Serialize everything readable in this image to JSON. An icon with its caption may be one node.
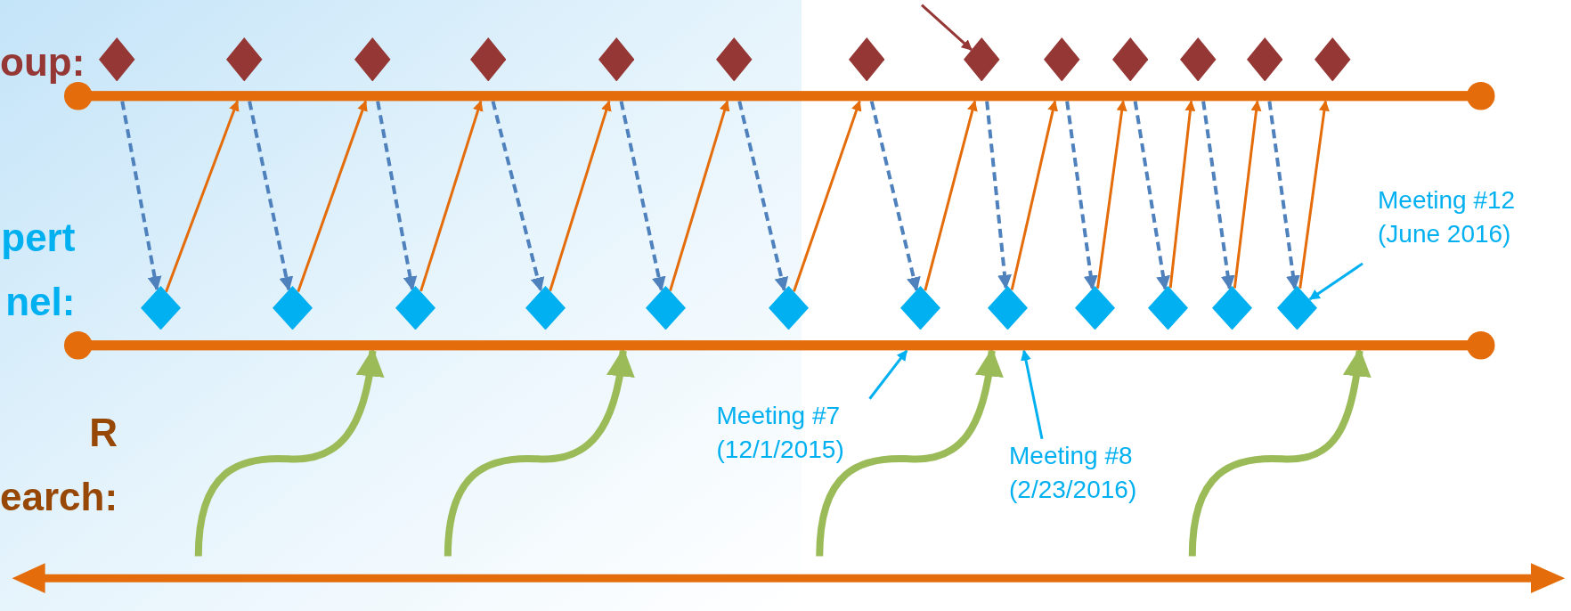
{
  "diagram": {
    "nodes": [
      {
        "text": [],
        "shape": "bar"
      },
      {
        "text": [],
        "shape": "diamond"
      },
      {
        "text": [],
        "shape": "diamond"
      },
      {
        "text": [],
        "shape": "diamond"
      },
      {
        "text": [],
        "shape": "diamond"
      },
      {
        "text": [],
        "shape": "diamond"
      },
      {
        "text": [],
        "shape": "diamond"
      },
      {
        "text": [],
        "shape": "diamond"
      },
      {
        "text": [],
        "shape": "diamond"
      },
      {
        "text": [],
        "shape": "diamond"
      },
      {
        "text": [],
        "shape": "diamond"
      },
      {
        "text": [],
        "shape": "diamond"
      },
      {
        "text": [],
        "shape": "diamond"
      },
      {
        "text": [],
        "shape": "diamond"
      },
      {
        "text": [],
        "shape": "bar"
      },
      {
        "text": [],
        "shape": "diamond"
      },
      {
        "text": [],
        "shape": "diamond"
      },
      {
        "text": [],
        "shape": "diamond"
      },
      {
        "text": [],
        "shape": "diamond"
      },
      {
        "text": [],
        "shape": "diamond"
      },
      {
        "text": [],
        "shape": "diamond"
      },
      {
        "text": [],
        "shape": "diamond"
      },
      {
        "text": [],
        "shape": "diamond"
      },
      {
        "text": [],
        "shape": "diamond"
      },
      {
        "text": [],
        "shape": "diamond"
      },
      {
        "text": [],
        "shape": "diamond"
      },
      {
        "text": [],
        "shape": "diamond"
      },
      {
        "text": [
          "Meeting #7 (12/1/2015)"
        ]
      },
      {
        "text": [
          "Meeting #8 (2/23/2016)"
        ]
      },
      {
        "text": [
          "Meeting #12 (June 2016)"
        ]
      }
    ],
    "edges": [
      {
        "from": 0,
        "to": 15,
        "arrow": "to",
        "style": "dashed",
        "color": "#4f81bd"
      },
      {
        "from": 15,
        "to": 0,
        "arrow": "to",
        "color": "#e46c0a"
      },
      {
        "from": 0,
        "to": 16,
        "arrow": "to",
        "style": "dashed",
        "color": "#4f81bd"
      },
      {
        "from": 16,
        "to": 0,
        "arrow": "to",
        "color": "#e46c0a"
      },
      {
        "from": 0,
        "to": 17,
        "arrow": "to",
        "style": "dashed",
        "color": "#4f81bd"
      },
      {
        "from": 17,
        "to": 0,
        "arrow": "to",
        "color": "#e46c0a"
      },
      {
        "from": 0,
        "to": 18,
        "arrow": "to",
        "style": "dashed",
        "color": "#4f81bd"
      },
      {
        "from": 18,
        "to": 0,
        "arrow": "to",
        "color": "#e46c0a"
      },
      {
        "from": 0,
        "to": 19,
        "arrow": "to",
        "style": "dashed",
        "color": "#4f81bd"
      },
      {
        "from": 19,
        "to": 0,
        "arrow": "to",
        "color": "#e46c0a"
      },
      {
        "from": 0,
        "to": 20,
        "arrow": "to",
        "style": "dashed",
        "color": "#4f81bd"
      },
      {
        "from": 20,
        "to": 0,
        "arrow": "to",
        "color": "#e46c0a"
      },
      {
        "from": 0,
        "to": 21,
        "arrow": "to",
        "style": "dashed",
        "color": "#4f81bd"
      },
      {
        "from": 21,
        "to": 0,
        "arrow": "to",
        "color": "#e46c0a"
      },
      {
        "from": 0,
        "to": 22,
        "arrow": "to",
        "style": "dashed",
        "color": "#4f81bd"
      },
      {
        "from": 22,
        "to": 0,
        "arrow": "to",
        "color": "#e46c0a"
      },
      {
        "from": 0,
        "to": 23,
        "arrow": "to",
        "style": "dashed",
        "color": "#4f81bd"
      },
      {
        "from": 23,
        "to": 0,
        "arrow": "to",
        "color": "#e46c0a"
      },
      {
        "from": 0,
        "to": 24,
        "arrow": "to",
        "style": "dashed",
        "color": "#4f81bd"
      },
      {
        "from": 24,
        "to": 0,
        "arrow": "to",
        "color": "#e46c0a"
      },
      {
        "from": 0,
        "to": 25,
        "arrow": "to",
        "style": "dashed",
        "color": "#4f81bd"
      },
      {
        "from": 25,
        "to": 0,
        "arrow": "to",
        "color": "#e46c0a"
      },
      {
        "from": 0,
        "to": 26,
        "arrow": "to",
        "style": "dashed",
        "color": "#4f81bd"
      },
      {
        "from": 26,
        "to": 0,
        "arrow": "to",
        "color": "#e46c0a"
      },
      {
        "from": null,
        "to": 14,
        "arrow": "to",
        "style": "thick",
        "color": "#9bbb59"
      },
      {
        "from": null,
        "to": 14,
        "arrow": "to",
        "style": "thick",
        "color": "#9bbb59"
      },
      {
        "from": null,
        "to": 14,
        "arrow": "to",
        "style": "thick",
        "color": "#9bbb59"
      },
      {
        "from": null,
        "to": 14,
        "arrow": "to",
        "style": "thick",
        "color": "#9bbb59"
      },
      {
        "from": 27,
        "to": 14,
        "arrow": "to",
        "color": "#00b0f0"
      },
      {
        "from": 28,
        "to": 14,
        "arrow": "to",
        "color": "#00b0f0"
      },
      {
        "from": 29,
        "to": 26,
        "arrow": "to",
        "color": "#00b0f0"
      },
      {
        "from": null,
        "to": 8,
        "arrow": "to",
        "color": "#953735"
      }
    ],
    "labels": [
      "oup:",
      "pert nel:",
      "R earch:"
    ]
  }
}
